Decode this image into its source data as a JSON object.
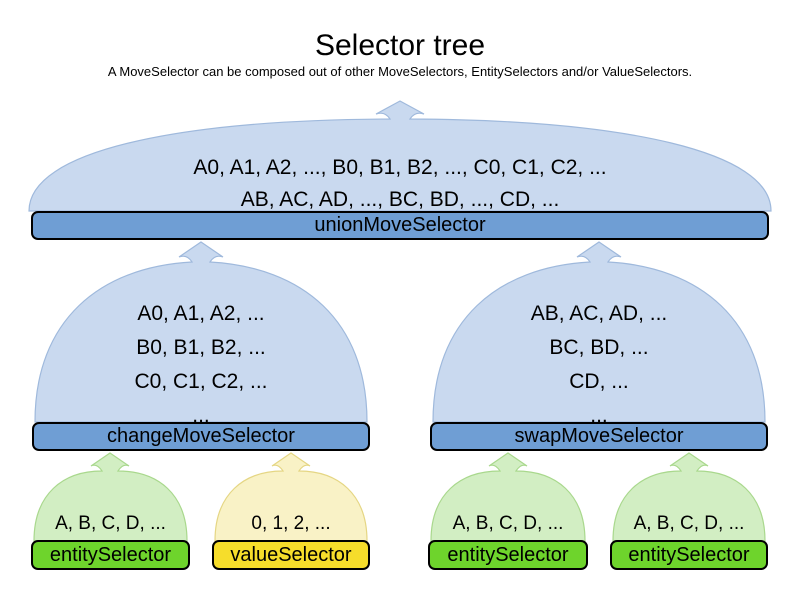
{
  "title": "Selector tree",
  "subtitle": "A MoveSelector can be composed out of other MoveSelectors, EntitySelectors and/or ValueSelectors.",
  "union": {
    "line1": "A0, A1, A2, ..., B0, B1, B2, ..., C0, C1, C2, ...",
    "line2": "AB, AC, AD, ..., BC, BD, ..., CD, ...",
    "label": "unionMoveSelector"
  },
  "change": {
    "lines": [
      "A0, A1, A2, ...",
      "B0, B1, B2, ...",
      "C0, C1, C2, ...",
      "..."
    ],
    "label": "changeMoveSelector"
  },
  "swap": {
    "lines": [
      "AB, AC, AD, ...",
      "BC, BD, ...",
      "CD, ...",
      "..."
    ],
    "label": "swapMoveSelector"
  },
  "leaves": [
    {
      "values": "A, B, C, D, ...",
      "label": "entitySelector",
      "type": "entity"
    },
    {
      "values": "0, 1, 2, ...",
      "label": "valueSelector",
      "type": "value"
    },
    {
      "values": "A, B, C, D, ...",
      "label": "entitySelector",
      "type": "entity"
    },
    {
      "values": "A, B, C, D, ...",
      "label": "entitySelector",
      "type": "entity"
    }
  ],
  "colors": {
    "move_cloud_fill": "#c9d9ef",
    "move_cloud_stroke": "#9fb9dc",
    "move_bar_fill": "#6f9ed4",
    "entity_cloud_fill": "#d2eec3",
    "entity_cloud_stroke": "#a9d88d",
    "entity_bar_fill": "#6ed42c",
    "value_cloud_fill": "#f9f2c6",
    "value_cloud_stroke": "#e5d684",
    "value_bar_fill": "#f6dd2b",
    "bar_border": "#000000",
    "text": "#000000"
  }
}
